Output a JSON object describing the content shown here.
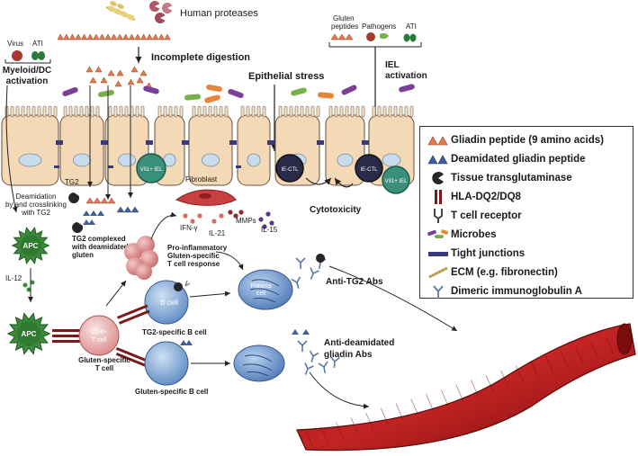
{
  "top": {
    "human_proteases": "Human proteases",
    "incomplete_digestion": "Incomplete digestion",
    "virus": "Virus",
    "ati_left": "ATI",
    "myeloid_line1": "Myeloid/DC",
    "myeloid_line2": "activation",
    "epithelial_stress": "Epithelial stress",
    "gluten_line1": "Gluten",
    "gluten_line2": "peptides",
    "pathogens": "Pathogens",
    "ati_right": "ATI",
    "iel_line1": "IEL",
    "iel_line2": "activation"
  },
  "cells": {
    "vb1_iel_left": "Vδ1+ IEL",
    "ie_ctl_left": "IE-CTL",
    "ie_ctl_right": "IE-CTL",
    "vb1_iel_right": "Vδ1+ IEL",
    "fibroblast": "Fibroblast",
    "apc_top": "APC",
    "apc_bottom": "APC",
    "cd4_line1": "CD4+",
    "cd4_line2": "T cell",
    "b_cell": "B cell",
    "plasma_line1": "Plasma",
    "plasma_line2": "cell"
  },
  "labels": {
    "tg2": "TG2",
    "deamidation_line1": "Deamidation",
    "deamidation_line2": "by and crosslinking",
    "deamidation_line3": "with TG2",
    "tg2_complex_line1": "TG2 complexed",
    "tg2_complex_line2": "with deamidated",
    "tg2_complex_line3": "gluten",
    "il12": "IL-12",
    "ifn": "IFN-γ",
    "il21": "IL-21",
    "mmps": "MMPs",
    "il15": "IL-15",
    "cytotoxicity": "Cytotoxicity",
    "proinflam_line1": "Pro-inflammatory",
    "proinflam_line2": "Gluten-specific",
    "proinflam_line3": "T cell response",
    "anti_tg2": "Anti-TG2 Abs",
    "tg2_specific_b": "TG2-specific B cell",
    "gluten_specific_t_line1": "Gluten-specific",
    "gluten_specific_t_line2": "T cell",
    "anti_deamidated_line1": "Anti-deamidated",
    "anti_deamidated_line2": "gliadin Abs",
    "gluten_specific_b": "Gluten-specific B cell"
  },
  "legend": {
    "items": [
      {
        "label": "Gliadin peptide (9 amino acids)",
        "icon": "orange-triangles-icon"
      },
      {
        "label": "Deamidated gliadin peptide",
        "icon": "blue-triangles-icon"
      },
      {
        "label": "Tissue transglutaminase",
        "icon": "pacman-icon"
      },
      {
        "label": "HLA-DQ2/DQ8",
        "icon": "hla-molecule-icon"
      },
      {
        "label": "T cell receptor",
        "icon": "receptor-icon"
      },
      {
        "label": "Microbes",
        "icon": "microbes-icon"
      },
      {
        "label": "Tight junctions",
        "icon": "junction-icon"
      },
      {
        "label": "ECM (e.g. fibronectin)",
        "icon": "ecm-icon"
      },
      {
        "label": "Dimeric immunoglobulin A",
        "icon": "iga-icon"
      }
    ]
  },
  "colors": {
    "gliadin": "#e8794a",
    "deamidated": "#3f5f9a",
    "tg2": "#262626",
    "apc": "#3d8a3d",
    "t_cell": "#e8b4b4",
    "b_cell": "#7fa8d8",
    "vessel": "#b51c1c",
    "iel": "#3a8f7a",
    "ie_ctl": "#2a2a4a",
    "microbe_purple": "#7a3f9a",
    "microbe_green": "#7ab04a",
    "microbe_orange": "#e8833a",
    "epithelium": "#f3d9b5"
  }
}
